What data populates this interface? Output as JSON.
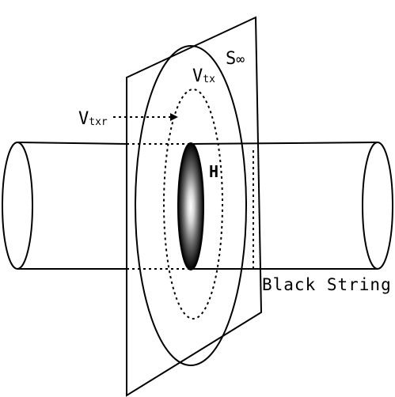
{
  "labels": {
    "s_main": "S",
    "s_sub": "∞",
    "vtx_main": "V",
    "vtx_sub": "tx",
    "vtxr_main": "V",
    "vtxr_sub": "txr",
    "horizon": "H",
    "black_string": "Black String"
  },
  "colors": {
    "stroke": "#000000",
    "background": "#ffffff",
    "horizon_center": "#ffffff",
    "horizon_edge": "#000000"
  }
}
